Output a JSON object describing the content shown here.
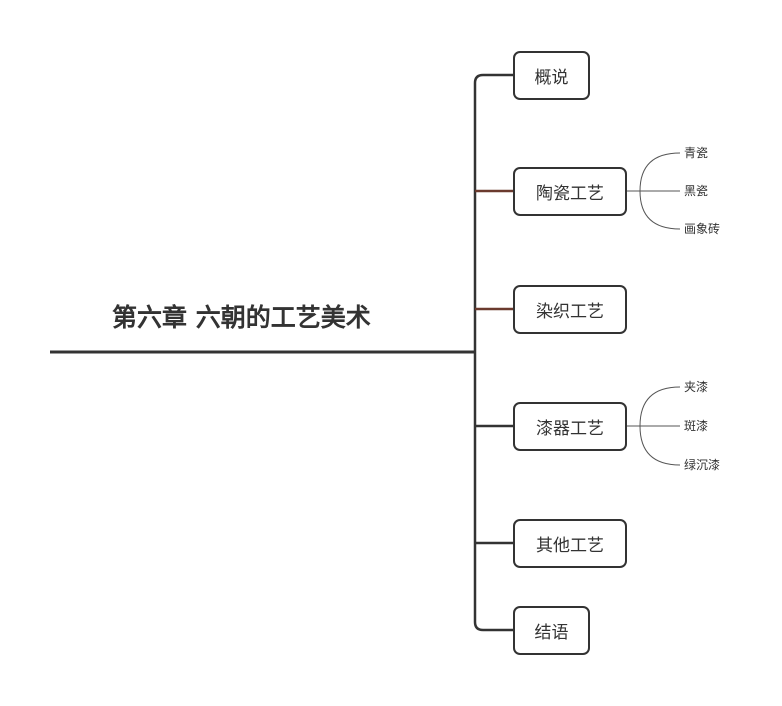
{
  "root": {
    "title": "第六章 六朝的工艺美术"
  },
  "branches": [
    {
      "label": "概说",
      "children": []
    },
    {
      "label": "陶瓷工艺",
      "children": [
        "青瓷",
        "黑瓷",
        "画象砖"
      ]
    },
    {
      "label": "染织工艺",
      "children": []
    },
    {
      "label": "漆器工艺",
      "children": [
        "夹漆",
        "斑漆",
        "绿沉漆"
      ]
    },
    {
      "label": "其他工艺",
      "children": []
    },
    {
      "label": "结语",
      "children": []
    }
  ],
  "colors": {
    "line": "#333333",
    "accent_connector": "#6b3a2e",
    "text": "#333333",
    "leaf_line": "#555555"
  }
}
